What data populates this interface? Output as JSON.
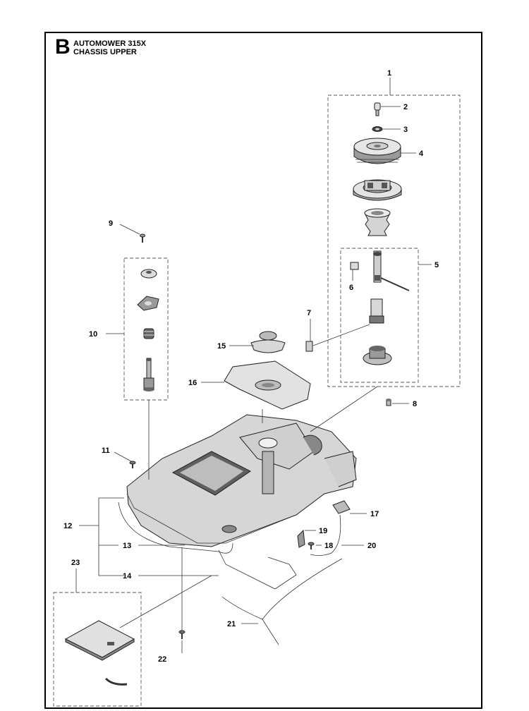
{
  "header": {
    "section_letter": "B",
    "model": "AUTOMOWER 315X",
    "subtitle": "CHASSIS UPPER"
  },
  "callouts": {
    "c1": "1",
    "c2": "2",
    "c3": "3",
    "c4": "4",
    "c5": "5",
    "c6": "6",
    "c7": "7",
    "c8": "8",
    "c9": "9",
    "c10": "10",
    "c11": "11",
    "c12": "12",
    "c13": "13",
    "c14": "14",
    "c15": "15",
    "c16": "16",
    "c17": "17",
    "c18": "18",
    "c19": "19",
    "c20": "20",
    "c21": "21",
    "c22": "22",
    "c23": "23"
  },
  "colors": {
    "line": "#000000",
    "part_fill": "#d9d9d9",
    "part_dark": "#5a5a5a"
  }
}
